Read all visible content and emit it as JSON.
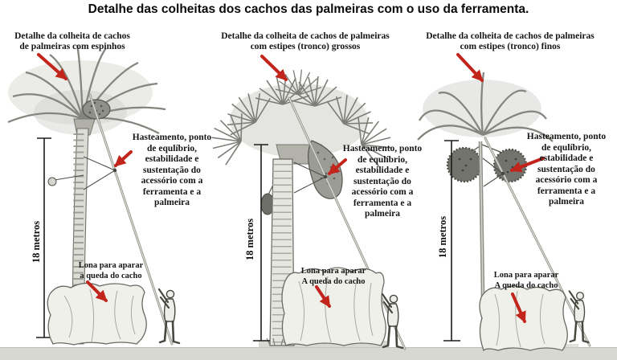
{
  "figure": {
    "title": "Detalhe das colheitas dos cachos das palmeiras com o uso da ferramenta."
  },
  "colors": {
    "arrow_red": "#c1251c",
    "ink": "#161616",
    "ground": "#d8d8d2"
  },
  "panels": [
    {
      "caption": "Detalhe da colheita de cachos\nde palmeiras com espinhos",
      "hasteamento_note": "Hasteamento, ponto\nde equlíbrio,\nestabilidade e\nsustentação do\nacessório com a\nferramenta e a\npalmeira",
      "tarp_note": "Lona para aparar\na queda do cacho",
      "height_label": "18 metros"
    },
    {
      "caption": "Detalhe da colheita de cachos de palmeiras\ncom estipes (tronco) grossos",
      "hasteamento_note": "Hasteamento, ponto\nde equlíbrio,\nestabilidade e\nsustentação do\nacessório com a\nferramenta e a\npalmeira",
      "tarp_note": "Lona para aparar\nA queda do cacho",
      "height_label": "18 metros"
    },
    {
      "caption": "Detalhe da colheita de cachos de palmeiras\ncom estipes (tronco) finos",
      "hasteamento_note": "Hasteamento, ponto\nde equlíbrio,\nestabilidade e\nsustentação do\nacessório com a\nferramenta e a\npalmeira",
      "tarp_note": "Lona para aparar\nA queda do cacho",
      "height_label": "18 metros"
    }
  ]
}
